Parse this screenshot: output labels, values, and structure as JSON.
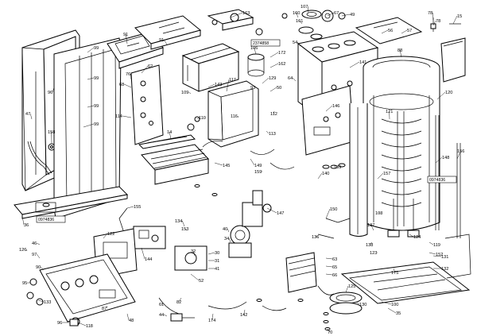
{
  "diagram": {
    "part_codes": [
      "2374858",
      "0974836",
      "0974836"
    ],
    "callouts": [
      {
        "id": "c-163",
        "label": "163"
      },
      {
        "id": "c-107",
        "label": "107"
      },
      {
        "id": "c-49",
        "label": "49"
      },
      {
        "id": "c-67a",
        "label": "67"
      },
      {
        "id": "c-78a",
        "label": "78"
      },
      {
        "id": "c-78b",
        "label": "78"
      },
      {
        "id": "c-15",
        "label": "15"
      },
      {
        "id": "c-91",
        "label": "91"
      },
      {
        "id": "c-56",
        "label": "56"
      },
      {
        "id": "c-57",
        "label": "57"
      },
      {
        "id": "c-96",
        "label": "96"
      },
      {
        "id": "c-47",
        "label": "47"
      },
      {
        "id": "c-99a",
        "label": "99"
      },
      {
        "id": "c-99b",
        "label": "99"
      },
      {
        "id": "c-99c",
        "label": "99"
      },
      {
        "id": "c-99d",
        "label": "99"
      },
      {
        "id": "c-158",
        "label": "158"
      },
      {
        "id": "c-91b",
        "label": "91"
      },
      {
        "id": "c-62",
        "label": "62"
      },
      {
        "id": "c-68",
        "label": "68"
      },
      {
        "id": "c-114",
        "label": "114"
      },
      {
        "id": "c-109",
        "label": "109"
      },
      {
        "id": "c-117",
        "label": "117"
      },
      {
        "id": "c-116",
        "label": "116"
      },
      {
        "id": "c-141",
        "label": "141"
      },
      {
        "id": "c-88",
        "label": "88"
      },
      {
        "id": "c-120",
        "label": "120"
      },
      {
        "id": "c-121",
        "label": "121"
      },
      {
        "id": "c-148",
        "label": "148"
      },
      {
        "id": "c-156",
        "label": "156"
      },
      {
        "id": "c-36",
        "label": "36"
      },
      {
        "id": "c-145",
        "label": "145"
      },
      {
        "id": "c-155",
        "label": "155"
      },
      {
        "id": "c-122",
        "label": "122"
      },
      {
        "id": "c-144",
        "label": "144"
      },
      {
        "id": "c-147",
        "label": "147"
      },
      {
        "id": "c-131",
        "label": "131"
      },
      {
        "id": "c-132",
        "label": "132"
      },
      {
        "id": "c-126",
        "label": "126"
      },
      {
        "id": "c-95",
        "label": "95"
      },
      {
        "id": "c-133",
        "label": "133"
      },
      {
        "id": "c-118",
        "label": "118"
      },
      {
        "id": "c-96b",
        "label": "96"
      },
      {
        "id": "c-82",
        "label": "82"
      },
      {
        "id": "c-174",
        "label": "174"
      },
      {
        "id": "c-142",
        "label": "142"
      },
      {
        "id": "c-125",
        "label": "125"
      },
      {
        "id": "c-130",
        "label": "130"
      },
      {
        "id": "c-100",
        "label": "100"
      },
      {
        "id": "c-70",
        "label": "70"
      },
      {
        "id": "c-35",
        "label": "35"
      },
      {
        "id": "c-134",
        "label": "134"
      },
      {
        "id": "c-153",
        "label": "153"
      },
      {
        "id": "c-159",
        "label": "159"
      },
      {
        "id": "c-150",
        "label": "150"
      },
      {
        "id": "c-157",
        "label": "157"
      },
      {
        "id": "c-139",
        "label": "139"
      },
      {
        "id": "c-140",
        "label": "140"
      },
      {
        "id": "c-149",
        "label": "149"
      },
      {
        "id": "c-129",
        "label": "129"
      },
      {
        "id": "c-112",
        "label": "112"
      },
      {
        "id": "c-50",
        "label": "50"
      },
      {
        "id": "c-172",
        "label": "172"
      },
      {
        "id": "c-162",
        "label": "162"
      },
      {
        "id": "c-46",
        "label": "46"
      },
      {
        "id": "c-93",
        "label": "93"
      },
      {
        "id": "c-54",
        "label": "54"
      },
      {
        "id": "c-160",
        "label": "160"
      },
      {
        "id": "c-161",
        "label": "161"
      },
      {
        "id": "c-64",
        "label": "64"
      },
      {
        "id": "c-146",
        "label": "146"
      },
      {
        "id": "c-143",
        "label": "143"
      },
      {
        "id": "c-113",
        "label": "113"
      },
      {
        "id": "c-106",
        "label": "106"
      },
      {
        "id": "c-137",
        "label": "137"
      },
      {
        "id": "c-138",
        "label": "138"
      },
      {
        "id": "c-124",
        "label": "124"
      },
      {
        "id": "c-152",
        "label": "152"
      },
      {
        "id": "c-175",
        "label": "175"
      },
      {
        "id": "c-123",
        "label": "123"
      },
      {
        "id": "c-119",
        "label": "119"
      },
      {
        "id": "c-103",
        "label": "103"
      },
      {
        "id": "c-136",
        "label": "136"
      },
      {
        "id": "c-63",
        "label": "63"
      },
      {
        "id": "c-65",
        "label": "65"
      },
      {
        "id": "c-66",
        "label": "66"
      },
      {
        "id": "c-48",
        "label": "48"
      },
      {
        "id": "c-44",
        "label": "44"
      },
      {
        "id": "c-61",
        "label": "61"
      },
      {
        "id": "c-14",
        "label": "14"
      },
      {
        "id": "c-32",
        "label": "32"
      },
      {
        "id": "c-31",
        "label": "31"
      },
      {
        "id": "c-30",
        "label": "30"
      },
      {
        "id": "c-40",
        "label": "40"
      },
      {
        "id": "c-34",
        "label": "34"
      },
      {
        "id": "c-41",
        "label": "41"
      },
      {
        "id": "c-52",
        "label": "52"
      },
      {
        "id": "c-90",
        "label": "90"
      },
      {
        "id": "c-87",
        "label": "87"
      },
      {
        "id": "c-110",
        "label": "110"
      },
      {
        "id": "c-76",
        "label": "76"
      },
      {
        "id": "c-97",
        "label": "97"
      }
    ]
  }
}
